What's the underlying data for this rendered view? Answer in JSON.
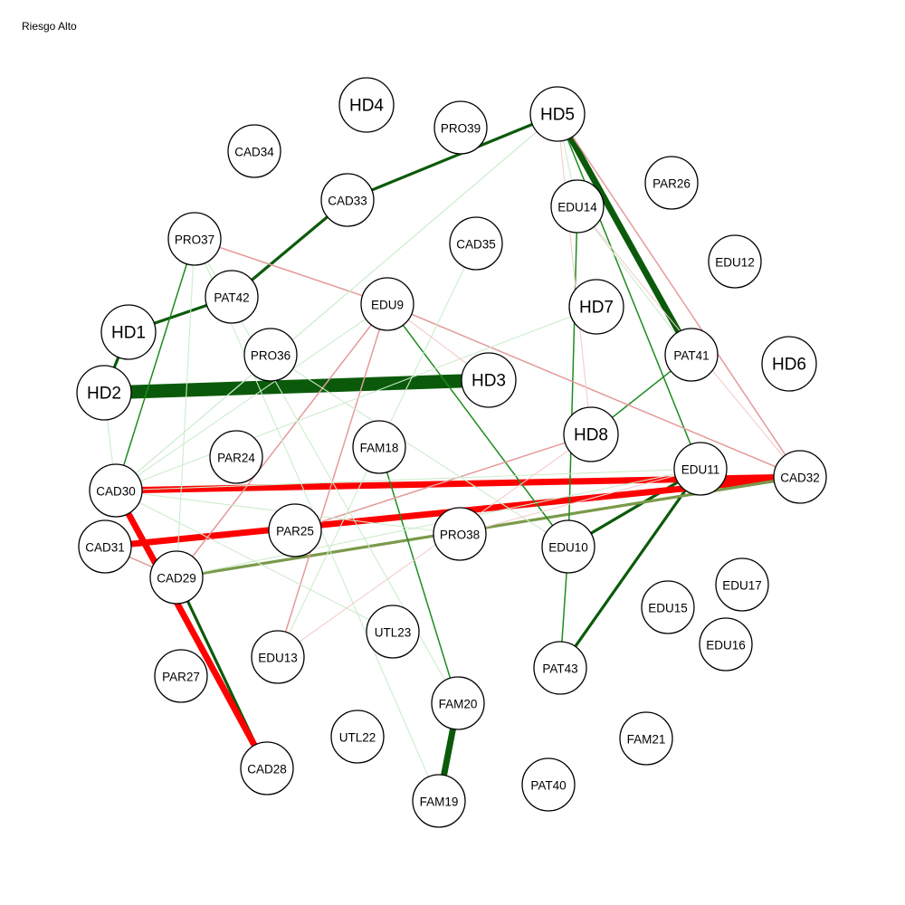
{
  "title": "Riesgo Alto",
  "colors": {
    "positive_strong": "#0b5a0b",
    "positive_mid": "#1e8c1e",
    "positive_light": "#8cce8c",
    "positive_faint": "#cdeccd",
    "negative_strong": "#ff0000",
    "negative_mid": "#cc4040",
    "negative_light": "#e49a9a",
    "negative_faint": "#f4cccc",
    "olive": "#7a9a4a"
  },
  "nodes": [
    {
      "id": "HD1",
      "label": "HD1",
      "big": true
    },
    {
      "id": "HD2",
      "label": "HD2",
      "big": true
    },
    {
      "id": "HD3",
      "label": "HD3",
      "big": true
    },
    {
      "id": "HD4",
      "label": "HD4",
      "big": true
    },
    {
      "id": "HD5",
      "label": "HD5",
      "big": true
    },
    {
      "id": "HD6",
      "label": "HD6",
      "big": true
    },
    {
      "id": "HD7",
      "label": "HD7",
      "big": true
    },
    {
      "id": "HD8",
      "label": "HD8",
      "big": true
    },
    {
      "id": "EDU9",
      "label": "EDU9",
      "big": false
    },
    {
      "id": "EDU10",
      "label": "EDU10",
      "big": false
    },
    {
      "id": "EDU11",
      "label": "EDU11",
      "big": false
    },
    {
      "id": "EDU12",
      "label": "EDU12",
      "big": false
    },
    {
      "id": "EDU13",
      "label": "EDU13",
      "big": false
    },
    {
      "id": "EDU14",
      "label": "EDU14",
      "big": false
    },
    {
      "id": "EDU15",
      "label": "EDU15",
      "big": false
    },
    {
      "id": "EDU16",
      "label": "EDU16",
      "big": false
    },
    {
      "id": "EDU17",
      "label": "EDU17",
      "big": false
    },
    {
      "id": "FAM18",
      "label": "FAM18",
      "big": false
    },
    {
      "id": "FAM19",
      "label": "FAM19",
      "big": false
    },
    {
      "id": "FAM20",
      "label": "FAM20",
      "big": false
    },
    {
      "id": "FAM21",
      "label": "FAM21",
      "big": false
    },
    {
      "id": "UTL22",
      "label": "UTL22",
      "big": false
    },
    {
      "id": "UTL23",
      "label": "UTL23",
      "big": false
    },
    {
      "id": "PAR24",
      "label": "PAR24",
      "big": false
    },
    {
      "id": "PAR25",
      "label": "PAR25",
      "big": false
    },
    {
      "id": "PAR26",
      "label": "PAR26",
      "big": false
    },
    {
      "id": "PAR27",
      "label": "PAR27",
      "big": false
    },
    {
      "id": "CAD28",
      "label": "CAD28",
      "big": false
    },
    {
      "id": "CAD29",
      "label": "CAD29",
      "big": false
    },
    {
      "id": "CAD30",
      "label": "CAD30",
      "big": false
    },
    {
      "id": "CAD31",
      "label": "CAD31",
      "big": false
    },
    {
      "id": "CAD32",
      "label": "CAD32",
      "big": false
    },
    {
      "id": "CAD33",
      "label": "CAD33",
      "big": false
    },
    {
      "id": "CAD34",
      "label": "CAD34",
      "big": false
    },
    {
      "id": "CAD35",
      "label": "CAD35",
      "big": false
    },
    {
      "id": "PRO36",
      "label": "PRO36",
      "big": false
    },
    {
      "id": "PRO37",
      "label": "PRO37",
      "big": false
    },
    {
      "id": "PRO38",
      "label": "PRO38",
      "big": false
    },
    {
      "id": "PRO39",
      "label": "PRO39",
      "big": false
    },
    {
      "id": "PAT40",
      "label": "PAT40",
      "big": false
    },
    {
      "id": "PAT41",
      "label": "PAT41",
      "big": false
    },
    {
      "id": "PAT42",
      "label": "PAT42",
      "big": false
    },
    {
      "id": "PAT43",
      "label": "PAT43",
      "big": false
    }
  ],
  "edges": [
    {
      "source": "HD2",
      "target": "HD3",
      "sign": "positive",
      "strength": "very-strong"
    },
    {
      "source": "HD5",
      "target": "PAT41",
      "sign": "positive",
      "strength": "strong"
    },
    {
      "source": "FAM20",
      "target": "FAM19",
      "sign": "positive",
      "strength": "strong"
    },
    {
      "source": "CAD29",
      "target": "CAD28",
      "sign": "positive",
      "strength": "medium"
    },
    {
      "source": "EDU11",
      "target": "EDU10",
      "sign": "positive",
      "strength": "medium"
    },
    {
      "source": "EDU11",
      "target": "PAT43",
      "sign": "positive",
      "strength": "medium"
    },
    {
      "source": "HD5",
      "target": "CAD33",
      "sign": "positive",
      "strength": "medium"
    },
    {
      "source": "CAD33",
      "target": "PAT42",
      "sign": "positive",
      "strength": "medium"
    },
    {
      "source": "PAT42",
      "target": "HD1",
      "sign": "positive",
      "strength": "medium"
    },
    {
      "source": "HD1",
      "target": "HD2",
      "sign": "positive",
      "strength": "medium"
    },
    {
      "source": "CAD30",
      "target": "CAD28",
      "sign": "negative",
      "strength": "strong"
    },
    {
      "source": "CAD30",
      "target": "CAD32",
      "sign": "negative",
      "strength": "strong"
    },
    {
      "source": "CAD31",
      "target": "CAD32",
      "sign": "negative",
      "strength": "strong"
    },
    {
      "source": "CAD31",
      "target": "CAD29",
      "sign": "negative",
      "strength": "weak"
    },
    {
      "source": "CAD29",
      "target": "CAD32",
      "sign": "mixed",
      "strength": "medium"
    },
    {
      "source": "EDU14",
      "target": "EDU10",
      "sign": "positive",
      "strength": "weak"
    },
    {
      "source": "EDU10",
      "target": "PAT43",
      "sign": "positive",
      "strength": "weak"
    },
    {
      "source": "HD8",
      "target": "PAT41",
      "sign": "positive",
      "strength": "weak"
    },
    {
      "source": "EDU9",
      "target": "EDU10",
      "sign": "positive",
      "strength": "weak"
    },
    {
      "source": "HD5",
      "target": "EDU11",
      "sign": "positive",
      "strength": "weak"
    },
    {
      "source": "PRO37",
      "target": "CAD30",
      "sign": "positive",
      "strength": "weak"
    },
    {
      "source": "FAM18",
      "target": "FAM20",
      "sign": "positive",
      "strength": "weak"
    },
    {
      "source": "PRO37",
      "target": "EDU9",
      "sign": "negative",
      "strength": "weak"
    },
    {
      "source": "EDU9",
      "target": "CAD32",
      "sign": "negative",
      "strength": "weak"
    },
    {
      "source": "EDU9",
      "target": "CAD29",
      "sign": "negative",
      "strength": "weak"
    },
    {
      "source": "EDU9",
      "target": "EDU13",
      "sign": "negative",
      "strength": "weak"
    },
    {
      "source": "HD8",
      "target": "PAR25",
      "sign": "negative",
      "strength": "weak"
    },
    {
      "source": "HD5",
      "target": "CAD32",
      "sign": "negative",
      "strength": "weak"
    },
    {
      "source": "CAD30",
      "target": "EDU9",
      "sign": "positive",
      "strength": "faint"
    },
    {
      "source": "CAD30",
      "target": "HD7",
      "sign": "positive",
      "strength": "faint"
    },
    {
      "source": "CAD30",
      "target": "EDU11",
      "sign": "positive",
      "strength": "faint"
    },
    {
      "source": "CAD30",
      "target": "HD5",
      "sign": "positive",
      "strength": "faint"
    },
    {
      "source": "CAD30",
      "target": "PRO38",
      "sign": "positive",
      "strength": "faint"
    },
    {
      "source": "HD2",
      "target": "CAD30",
      "sign": "positive",
      "strength": "faint"
    },
    {
      "source": "PRO37",
      "target": "CAD29",
      "sign": "positive",
      "strength": "faint"
    },
    {
      "source": "PRO37",
      "target": "FAM20",
      "sign": "positive",
      "strength": "faint"
    },
    {
      "source": "PRO37",
      "target": "FAM19",
      "sign": "positive",
      "strength": "faint"
    },
    {
      "source": "PRO36",
      "target": "EDU10",
      "sign": "positive",
      "strength": "faint"
    },
    {
      "source": "HD5",
      "target": "EDU14",
      "sign": "positive",
      "strength": "faint"
    },
    {
      "source": "EDU14",
      "target": "PAT41",
      "sign": "positive",
      "strength": "faint"
    },
    {
      "source": "HD5",
      "target": "CAD30",
      "sign": "positive",
      "strength": "faint"
    },
    {
      "source": "CAD35",
      "target": "EDU13",
      "sign": "positive",
      "strength": "faint"
    },
    {
      "source": "CAD30",
      "target": "UTL23",
      "sign": "positive",
      "strength": "faint"
    },
    {
      "source": "CAD29",
      "target": "EDU11",
      "sign": "positive",
      "strength": "faint"
    },
    {
      "source": "EDU9",
      "target": "HD3",
      "sign": "negative",
      "strength": "faint"
    },
    {
      "source": "HD5",
      "target": "HD8",
      "sign": "negative",
      "strength": "faint"
    },
    {
      "source": "EDU14",
      "target": "CAD32",
      "sign": "negative",
      "strength": "faint"
    },
    {
      "source": "HD8",
      "target": "EDU13",
      "sign": "negative",
      "strength": "faint"
    },
    {
      "source": "EDU11",
      "target": "PRO38",
      "sign": "negative",
      "strength": "faint"
    }
  ]
}
